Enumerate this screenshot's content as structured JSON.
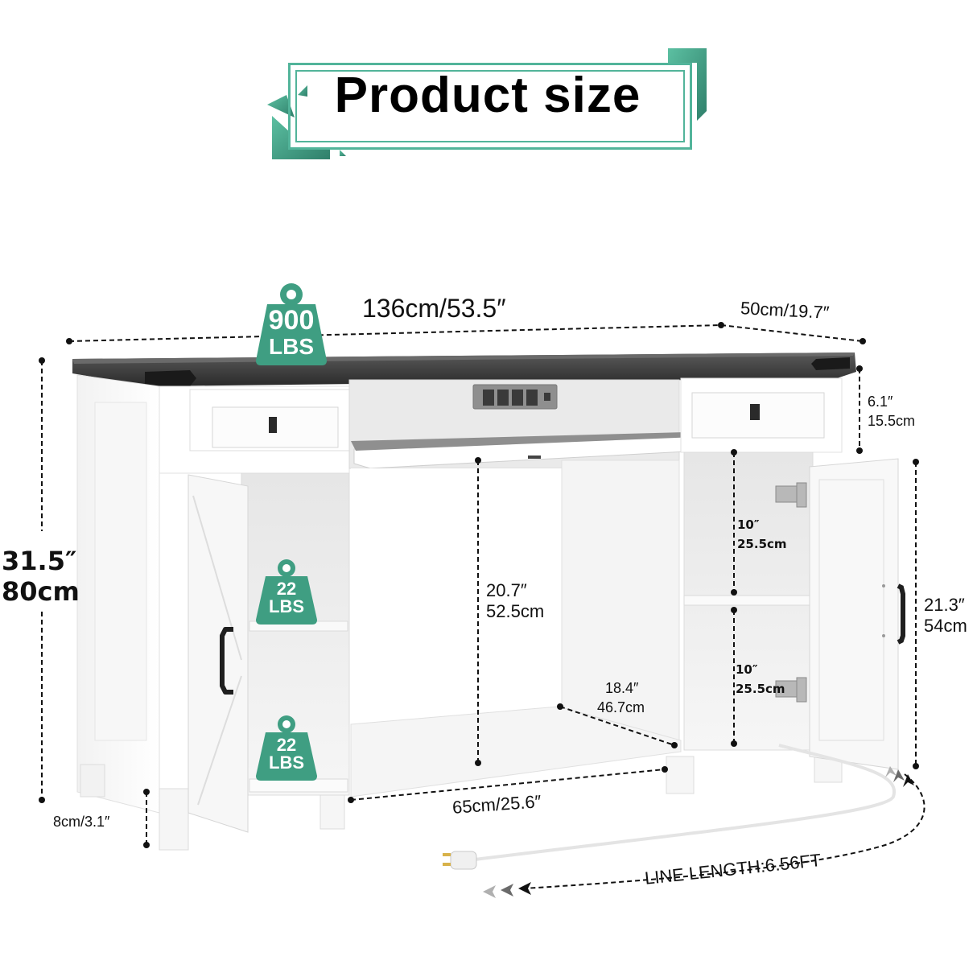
{
  "title": "Product size",
  "colors": {
    "accent": "#3f9e82",
    "accent_light": "#52b49a",
    "top_panel": "#2f2f2f",
    "cabinet": "#ffffff",
    "text": "#111111"
  },
  "weights": {
    "top": {
      "value": "900",
      "unit": "LBS"
    },
    "shelf_upper": {
      "value": "22",
      "unit": "LBS"
    },
    "shelf_lower": {
      "value": "22",
      "unit": "LBS"
    }
  },
  "dimensions": {
    "width": "136cm/53.5″",
    "depth": "50cm/19.7″",
    "height_in": "31.5″",
    "height_cm": "80cm",
    "drawer_height_in": "6.1″",
    "drawer_height_cm": "15.5cm",
    "center_height_in": "20.7″",
    "center_height_cm": "52.5cm",
    "right_shelf_upper_in": "10″",
    "right_shelf_upper_cm": "25.5cm",
    "right_shelf_lower_in": "10″",
    "right_shelf_lower_cm": "25.5cm",
    "door_height_in": "21.3″",
    "door_height_cm": "54cm",
    "center_depth_in": "18.4″",
    "center_depth_cm": "46.7cm",
    "center_width": "65cm/25.6″",
    "leg_height": "8cm/3.1″",
    "cord_length": "LINE LENGTH:6.56FT"
  },
  "features": {
    "power_strip": {
      "outlets": 4,
      "usb_ports": 1
    },
    "drawers": 2,
    "doors": 2
  }
}
